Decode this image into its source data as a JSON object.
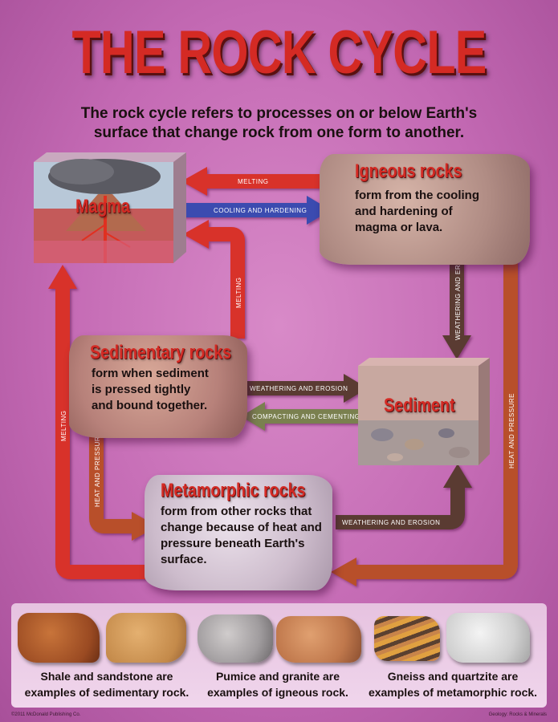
{
  "title": "THE ROCK CYCLE",
  "subtitle_line1": "The rock cycle refers to processes on or below Earth's",
  "subtitle_line2": "surface that change rock from one form to another.",
  "magma": {
    "heading": "Magma"
  },
  "igneous": {
    "heading": "Igneous rocks",
    "lines": [
      "form from the cooling",
      "and hardening of",
      "magma or lava."
    ]
  },
  "sedimentary": {
    "heading": "Sedimentary rocks",
    "lines": [
      "form when sediment",
      "is pressed tightly",
      "and bound together."
    ]
  },
  "sediment": {
    "heading": "Sediment"
  },
  "metamorphic": {
    "heading": "Metamorphic rocks",
    "lines": [
      "form from other rocks that",
      "change because of heat and",
      "pressure beneath Earth's",
      "surface."
    ]
  },
  "arrows": {
    "melting_top": "MELTING",
    "cooling": "COOLING AND HARDENING",
    "weathering_igneous": "WEATHERING AND EROSION",
    "melting_sed": "MELTING",
    "weathering_sed": "WEATHERING AND EROSION",
    "compacting": "COMPACTING AND CEMENTING",
    "melting_left": "MELTING",
    "heat_pressure_left": "HEAT AND PRESSURE",
    "weathering_meta": "WEATHERING AND EROSION",
    "heat_pressure_right": "HEAT AND PRESSURE"
  },
  "colors": {
    "red_arrow": "#d8302a",
    "blue_arrow": "#3a4bb0",
    "brown_arrow": "#5a3a30",
    "rust_arrow": "#b8502a",
    "green_arrow": "#7a8050",
    "heading_red": "#d42a24"
  },
  "examples": [
    {
      "line1": "Shale and sandstone are",
      "line2": "examples of sedimentary rock."
    },
    {
      "line1": "Pumice and granite are",
      "line2": "examples of igneous rock."
    },
    {
      "line1": "Gneiss and quartzite are",
      "line2": "examples of metamorphic rock."
    }
  ],
  "footer_left": "©2011 McDonald Publishing Co.",
  "footer_right": "Geology: Rocks & Minerals"
}
